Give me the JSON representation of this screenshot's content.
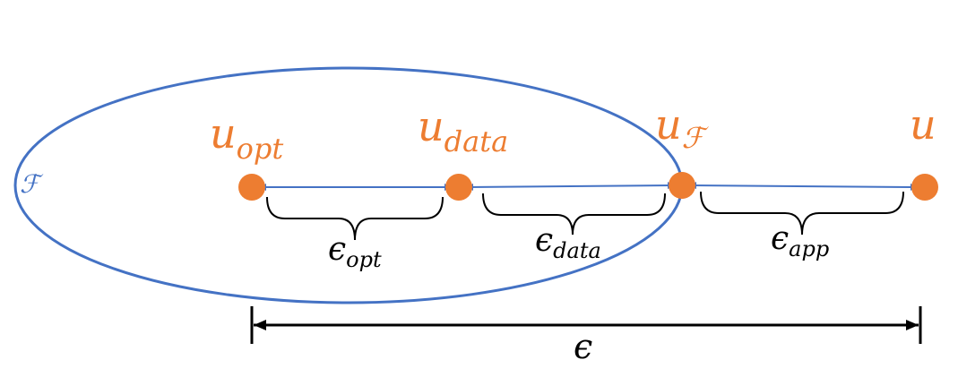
{
  "colors": {
    "point": "#ED7D31",
    "set_boundary": "#4472C4",
    "connector": "#4472C4",
    "annotation": "#000000",
    "background": "#FFFFFF"
  },
  "set": {
    "symbol": "ℱ"
  },
  "points": {
    "u_opt": {
      "base": "u",
      "sub": "opt"
    },
    "u_data": {
      "base": "u",
      "sub": "data"
    },
    "u_F": {
      "base": "u",
      "sub": "ℱ"
    },
    "u": {
      "base": "u",
      "sub": ""
    }
  },
  "errors": {
    "opt": {
      "base": "ϵ",
      "sub": "opt"
    },
    "data": {
      "base": "ϵ",
      "sub": "data"
    },
    "app": {
      "base": "ϵ",
      "sub": "app"
    },
    "total": {
      "base": "ϵ"
    }
  }
}
